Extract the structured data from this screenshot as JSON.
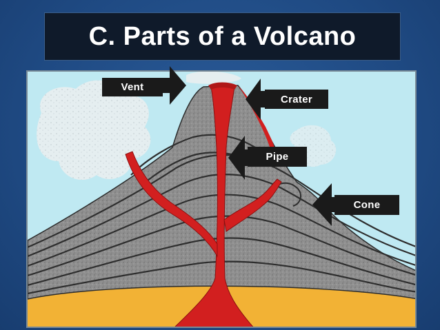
{
  "slide": {
    "title": "C. Parts of a Volcano"
  },
  "labels": {
    "vent": "Vent",
    "crater": "Crater",
    "pipe": "Pipe",
    "cone": "Cone"
  },
  "colors": {
    "background": "#1f4a83",
    "title_box": "#0f1a2a",
    "sky": "#bfe9f2",
    "rock": "#8e8e8e",
    "magma": "#d21f1f",
    "magma_chamber": "#f2b235",
    "label_box": "#1a1a1a"
  },
  "icons": {
    "pointer": "arrow-icon"
  }
}
